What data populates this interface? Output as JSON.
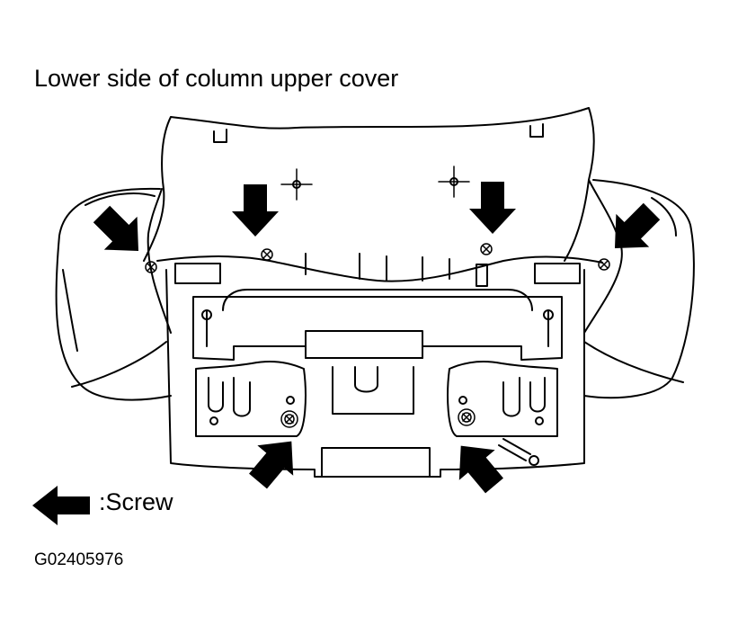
{
  "diagram": {
    "title": "Lower side of column upper cover",
    "legend_label": ":Screw",
    "figure_code": "G02405976",
    "legend_icon": "arrow-left-icon",
    "screw_count": 6,
    "line_color": "#000000",
    "background_color": "#ffffff"
  }
}
